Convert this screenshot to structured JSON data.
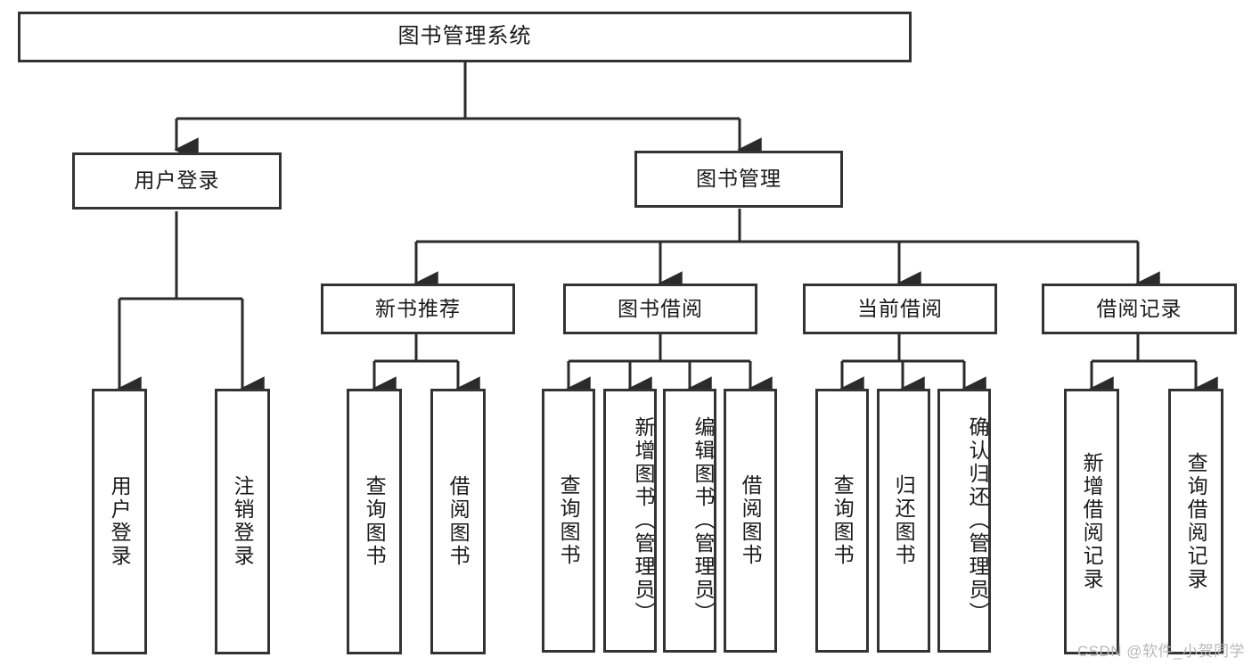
{
  "diagram": {
    "title": "图书管理系统",
    "root": {
      "id": "root",
      "label": "图书管理系统"
    },
    "level2": [
      {
        "id": "user-login",
        "label": "用户登录"
      },
      {
        "id": "book-manage",
        "label": "图书管理"
      }
    ],
    "level3": [
      {
        "id": "new-book-recommend",
        "label": "新书推荐"
      },
      {
        "id": "book-borrow",
        "label": "图书借阅"
      },
      {
        "id": "current-borrow",
        "label": "当前借阅"
      },
      {
        "id": "borrow-record",
        "label": "借阅记录"
      }
    ],
    "leaves": {
      "user_login": [
        {
          "id": "leaf-user-login",
          "label": "用户登录"
        },
        {
          "id": "leaf-logout-login",
          "label": "注销登录"
        }
      ],
      "new_book_recommend": [
        {
          "id": "leaf-query-book-1",
          "label": "查询图书"
        },
        {
          "id": "leaf-borrow-book-1",
          "label": "借阅图书"
        }
      ],
      "book_borrow": [
        {
          "id": "leaf-query-book-2",
          "label": "查询图书"
        },
        {
          "id": "leaf-add-book",
          "label": "新增图书（管理员）"
        },
        {
          "id": "leaf-edit-book",
          "label": "编辑图书（管理员）"
        },
        {
          "id": "leaf-borrow-book-2",
          "label": "借阅图书"
        }
      ],
      "current_borrow": [
        {
          "id": "leaf-query-book-3",
          "label": "查询图书"
        },
        {
          "id": "leaf-return-book",
          "label": "归还图书"
        },
        {
          "id": "leaf-confirm-return",
          "label": "确认归还（管理员）"
        }
      ],
      "borrow_record": [
        {
          "id": "leaf-add-record",
          "label": "新增借阅记录"
        },
        {
          "id": "leaf-query-record",
          "label": "查询借阅记录"
        }
      ]
    }
  },
  "watermark": {
    "text": "CSDN @软件_小贺同学"
  },
  "colors": {
    "background": "#ffffff",
    "box_border": "#333333",
    "edge": "#2b2b2b",
    "text": "#1a1a1a",
    "watermark": "#b8b8b8"
  }
}
